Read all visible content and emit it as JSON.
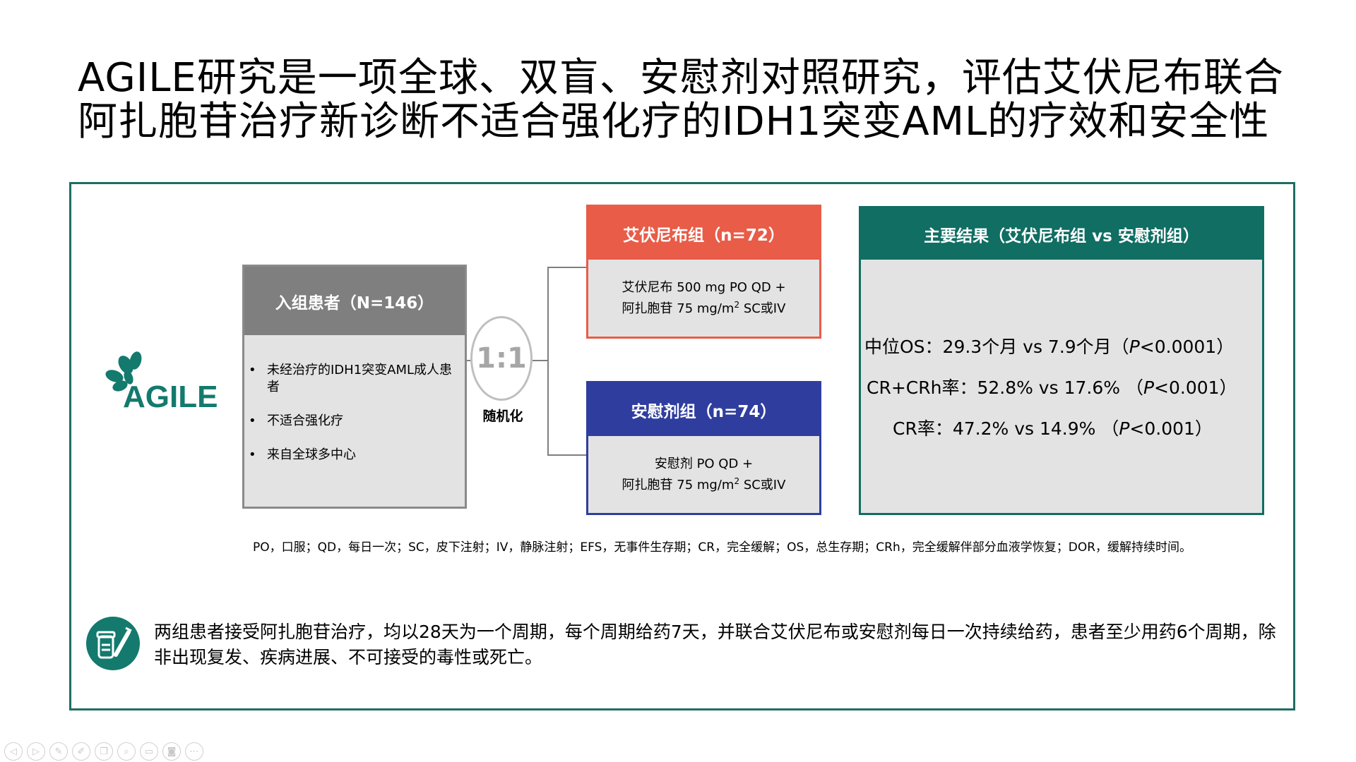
{
  "title": {
    "line1": "AGILE研究是一项全球、双盲、安慰剂对照研究，评估艾伏尼布联合",
    "line2": "阿扎胞苷治疗新诊断不适合强化疗的IDH1突变AML的疗效和安全性"
  },
  "logo": {
    "text": "AGILE",
    "icon": "agile-leaf-logo",
    "color": "#137a6d"
  },
  "enrollment": {
    "header": "入组患者（N=146）",
    "criteria": [
      "未经治疗的IDH1突变AML成人患者",
      "不适合强化疗",
      "来自全球多中心"
    ]
  },
  "randomization": {
    "ratio": "1:1",
    "label": "随机化"
  },
  "arms": {
    "ivosidenib": {
      "header": "艾伏尼布组（n=72）",
      "line1": "艾伏尼布 500 mg PO QD +",
      "line2_pre": "阿扎胞苷 75 mg/m",
      "line2_sup": "2",
      "line2_post": " SC或IV",
      "color": "#e85c48"
    },
    "placebo": {
      "header": "安慰剂组（n=74）",
      "line1": "安慰剂 PO QD +",
      "line2_pre": "阿扎胞苷 75 mg/m",
      "line2_sup": "2",
      "line2_post": " SC或IV",
      "color": "#2f3e9e"
    }
  },
  "results": {
    "header": "主要结果（艾伏尼布组 vs 安慰剂组）",
    "rows": [
      {
        "label": "中位OS：29.3个月 vs 7.9个月（",
        "p": "P",
        "tail": "<0.0001）"
      },
      {
        "label": "CR+CRh率：52.8% vs 17.6% （",
        "p": "P",
        "tail": "<0.001）"
      },
      {
        "label": "CR率：47.2% vs 14.9% （",
        "p": "P",
        "tail": "<0.001）"
      }
    ],
    "color": "#106e63"
  },
  "abbreviations": "PO，口服；QD，每日一次；SC，皮下注射；IV，静脉注射；EFS，无事件生存期；CR，完全缓解；OS，总生存期；CRh，完全缓解伴部分血液学恢复；DOR，缓解持续时间。",
  "note": {
    "icon": "medication-icon",
    "text": "两组患者接受阿扎胞苷治疗，均以28天为一个周期，每个周期给药7天，并联合艾伏尼布或安慰剂每日一次持续给药，患者至少用药6个周期，除非出现复发、疾病进展、不可接受的毒性或死亡。"
  },
  "frame_color": "#1e6e62",
  "toolbar": [
    "prev-icon",
    "next-icon",
    "pen-icon",
    "edit-icon",
    "copy-icon",
    "zoom-icon",
    "screen-icon",
    "camera-icon",
    "more-icon"
  ]
}
